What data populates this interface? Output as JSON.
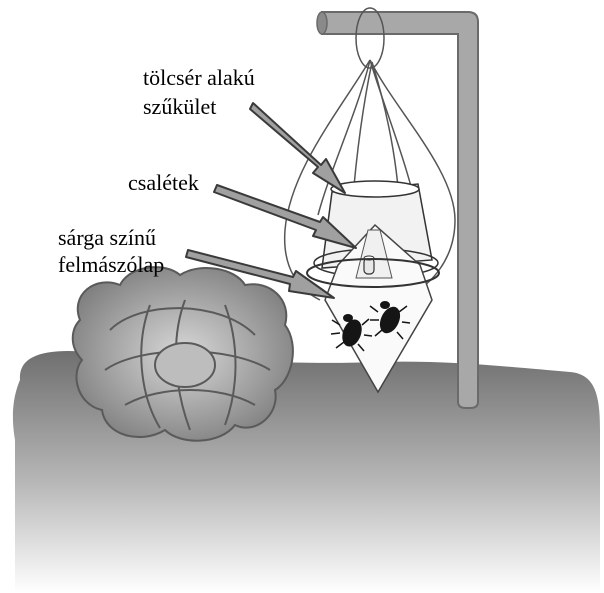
{
  "labels": {
    "funnel_line1": "tölcsér alakú",
    "funnel_line2": "szűkület",
    "bait": "csalétek",
    "plate_line1": "sárga színű",
    "plate_line2": "felmászólap"
  },
  "colors": {
    "ground_top": "#6f6f6f",
    "ground_bottom": "#ffffff",
    "pole": "#a8a8a8",
    "pole_edge": "#6a6a6a",
    "arrow_fill": "#a0a0a0",
    "arrow_edge": "#3a3a3a",
    "beetle": "#151515",
    "cabbage": "#8c8c8c"
  }
}
